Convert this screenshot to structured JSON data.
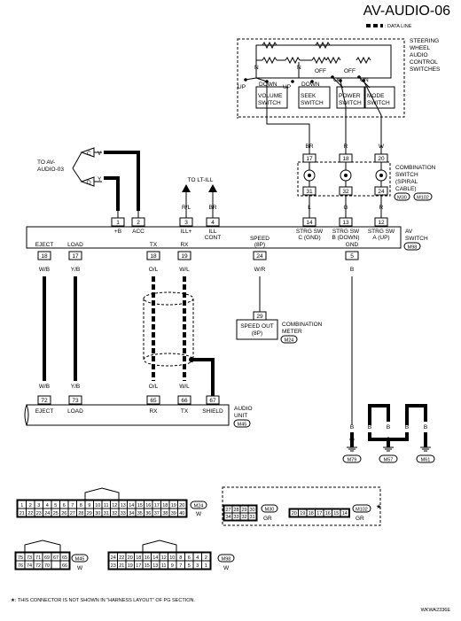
{
  "page_id": "AV-AUDIO-06",
  "legend": {
    "data_line": ": DATA LINE"
  },
  "footnote": "★: THIS CONNECTOR IS NOT SHOWN IN \"HARNESS LAYOUT\" OF PG SECTION.",
  "image_code": "WKWA2336E",
  "steering_switches": {
    "title_l1": "STEERING",
    "title_l2": "WHEEL",
    "title_l3": "AUDIO",
    "title_l4": "CONTROL",
    "title_l5": "SWITCHES",
    "volume_l1": "VOLUME",
    "volume_l2": "SWITCH",
    "seek_l1": "SEEK",
    "seek_l2": "SWITCH",
    "power_l1": "POWER",
    "power_l2": "SWITCH",
    "mode_l1": "MODE",
    "mode_l2": "SWITCH",
    "n1": "N",
    "n2": "N",
    "up1": "UP",
    "down1": "DOWN",
    "up2": "UP",
    "down2": "DOWN",
    "off1": "OFF",
    "on1": "ON",
    "off2": "OFF",
    "on2": "ON"
  },
  "combination_switch": {
    "title_l1": "COMBINATION",
    "title_l2": "SWITCH",
    "title_l3": "(SPIRAL",
    "title_l4": "CABLE)",
    "conn1": "M30",
    "conn2": "M102"
  },
  "to_av": {
    "l1": "TO AV-",
    "l2": "AUDIO-03",
    "c": "C",
    "d": "D",
    "v": "V",
    "y": "Y"
  },
  "to_lt": "TO LT-ILL",
  "av_switch": {
    "title_l1": "AV",
    "title_l2": "SWITCH",
    "conn": "M98"
  },
  "av_top_pins": [
    {
      "color": "Y",
      "pin": "1",
      "label_l1": "+B",
      "label_l2": ""
    },
    {
      "color": "V",
      "pin": "2",
      "label_l1": "ACC",
      "label_l2": ""
    },
    {
      "color": "R/L",
      "pin": "3",
      "label_l1": "ILL+",
      "label_l2": ""
    },
    {
      "color": "BR",
      "pin": "4",
      "label_l1": "ILL",
      "label_l2": "CONT"
    },
    {
      "color": "L",
      "pin": "14",
      "label_l1": "STRG SW",
      "label_l2": "C (GND)"
    },
    {
      "color": "G",
      "pin": "13",
      "label_l1": "STRG SW",
      "label_l2": "B (DOWN)"
    },
    {
      "color": "R",
      "pin": "12",
      "label_l1": "STRG SW",
      "label_l2": "A (UP)"
    }
  ],
  "spiral_pins": [
    {
      "top_color": "BR",
      "top_pin": "17",
      "bottom_pin": "31"
    },
    {
      "top_color": "R",
      "top_pin": "18",
      "bottom_pin": "32"
    },
    {
      "top_color": "W",
      "top_pin": "20",
      "bottom_pin": "24"
    }
  ],
  "av_bottom_pins": [
    {
      "label": "EJECT",
      "pin": "18",
      "color": "W/B"
    },
    {
      "label": "LOAD",
      "pin": "17",
      "color": "Y/B"
    },
    {
      "label": "TX",
      "pin": "18",
      "color": "O/L"
    },
    {
      "label": "RX",
      "pin": "19",
      "color": "W/L"
    },
    {
      "label": "SPEED",
      "label2": "(8P)",
      "pin": "24",
      "color": "W/R"
    },
    {
      "label": "GND",
      "pin": "5",
      "color": "B"
    }
  ],
  "combination_meter": {
    "pin": "29",
    "label_l1": "SPEED OUT",
    "label_l2": "(8P)",
    "title_l1": "COMBINATION",
    "title_l2": "METER",
    "conn": "M24"
  },
  "audio_unit": {
    "title_l1": "AUDIO",
    "title_l2": "UNIT",
    "conn": "M45",
    "pins": [
      {
        "color": "W/B",
        "pin": "72",
        "label": "EJECT"
      },
      {
        "color": "Y/B",
        "pin": "73",
        "label": "LOAD"
      },
      {
        "color": "O/L",
        "pin": "65",
        "label": "RX"
      },
      {
        "color": "W/L",
        "pin": "66",
        "label": "TX"
      },
      {
        "color": "",
        "pin": "67",
        "label": "SHIELD"
      }
    ]
  },
  "grounds": [
    {
      "color": "B",
      "conn": "M79"
    },
    {
      "color": "B",
      "conn": "M57"
    },
    {
      "color": "B",
      "conn": "M61"
    }
  ],
  "ground_colors_extra": [
    "B",
    "B",
    "B"
  ],
  "connectors": {
    "m24": {
      "id": "M24",
      "color": "W",
      "row1": [
        "1",
        "2",
        "3",
        "4",
        "5",
        "6",
        "7",
        "8",
        "9",
        "10",
        "11",
        "12",
        "13",
        "14",
        "15",
        "16",
        "17",
        "18",
        "19",
        "20"
      ],
      "row2": [
        "21",
        "22",
        "23",
        "24",
        "25",
        "26",
        "27",
        "28",
        "29",
        "30",
        "31",
        "32",
        "33",
        "34",
        "35",
        "36",
        "37",
        "38",
        "39",
        "40"
      ]
    },
    "m30": {
      "id": "M30",
      "color": "GR",
      "row1": [
        "27",
        "28",
        "29",
        "30"
      ],
      "row2": [
        "34",
        "33",
        "32",
        "31"
      ]
    },
    "m102": {
      "id": "M102",
      "color": "GR",
      "star": "★",
      "row1": [
        "20",
        "19",
        "18",
        "17",
        "16",
        "15",
        "14"
      ]
    },
    "m45": {
      "id": "M45",
      "color": "W",
      "row1": [
        "75",
        "73",
        "71",
        "69",
        "67",
        "65"
      ],
      "row2": [
        "76",
        "74",
        "72",
        "70",
        "",
        "66"
      ]
    },
    "m98": {
      "id": "M98",
      "color": "W",
      "row1": [
        "24",
        "22",
        "20",
        "18",
        "16",
        "14",
        "12",
        "10",
        "8",
        "6",
        "4",
        "2"
      ],
      "row2": [
        "23",
        "21",
        "19",
        "17",
        "15",
        "13",
        "11",
        "9",
        "7",
        "5",
        "3",
        "1"
      ]
    }
  }
}
